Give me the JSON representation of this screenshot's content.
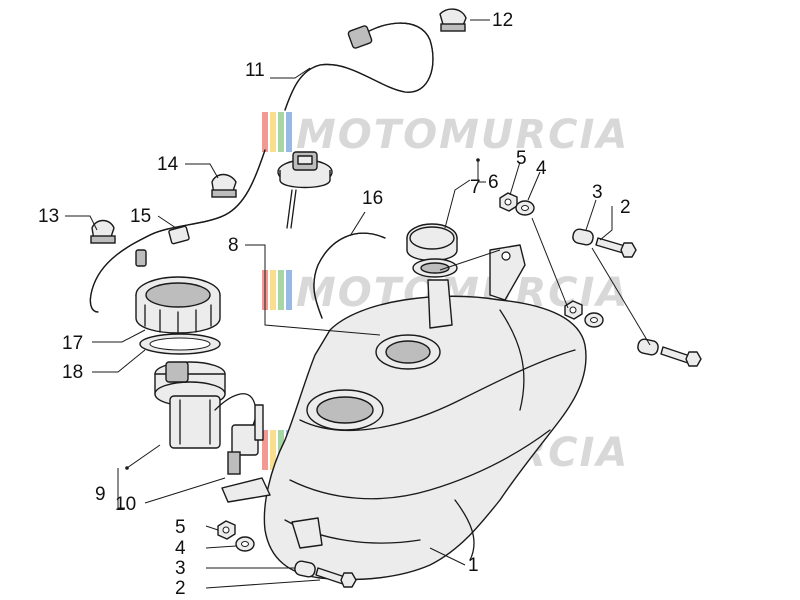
{
  "diagram": {
    "watermark": "MOTOMURCIA",
    "watermark_stripe_colors": [
      "#e8453c",
      "#f2c233",
      "#5bb55a",
      "#3f7fd1"
    ],
    "callouts": [
      {
        "id": "c1",
        "label": "1"
      },
      {
        "id": "c2a",
        "label": "2"
      },
      {
        "id": "c2b",
        "label": "2"
      },
      {
        "id": "c3a",
        "label": "3"
      },
      {
        "id": "c3b",
        "label": "3"
      },
      {
        "id": "c4a",
        "label": "4"
      },
      {
        "id": "c4b",
        "label": "4"
      },
      {
        "id": "c5a",
        "label": "5"
      },
      {
        "id": "c5b",
        "label": "5"
      },
      {
        "id": "c6",
        "label": "6"
      },
      {
        "id": "c7",
        "label": "7"
      },
      {
        "id": "c8",
        "label": "8"
      },
      {
        "id": "c9",
        "label": "9"
      },
      {
        "id": "c10",
        "label": "10"
      },
      {
        "id": "c11",
        "label": "11"
      },
      {
        "id": "c12",
        "label": "12"
      },
      {
        "id": "c13",
        "label": "13"
      },
      {
        "id": "c14",
        "label": "14"
      },
      {
        "id": "c15",
        "label": "15"
      },
      {
        "id": "c16",
        "label": "16"
      },
      {
        "id": "c17",
        "label": "17"
      },
      {
        "id": "c18",
        "label": "18"
      }
    ]
  }
}
